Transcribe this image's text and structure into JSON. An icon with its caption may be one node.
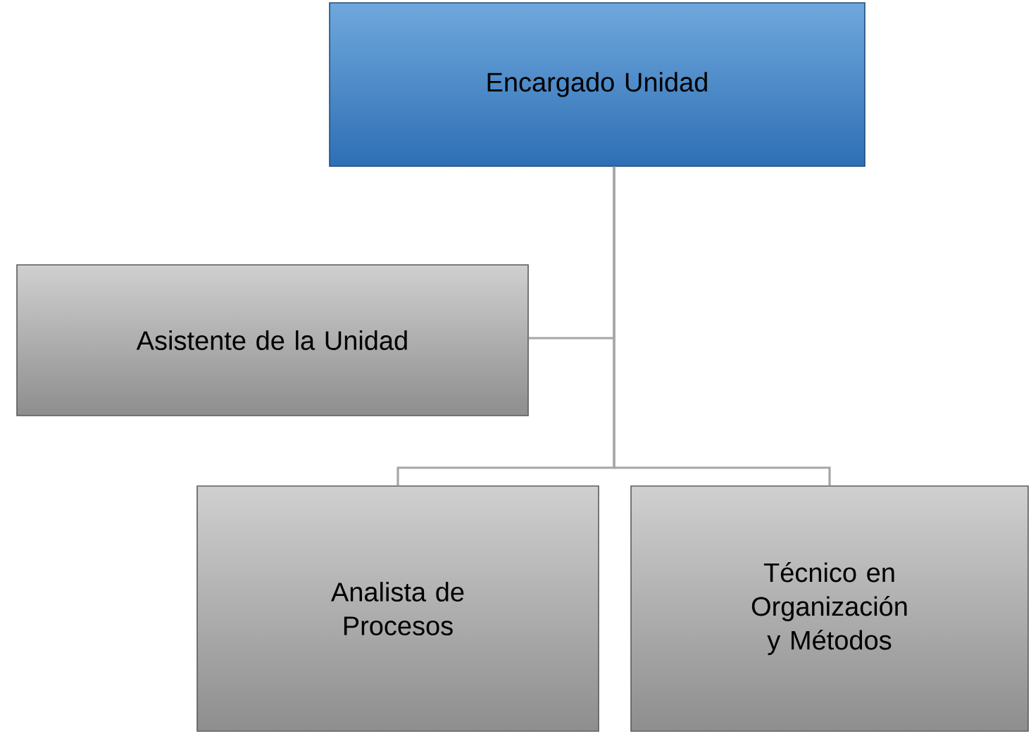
{
  "diagram": {
    "nodes": [
      {
        "text": [
          "Encargado Unidad"
        ]
      },
      {
        "text": [
          "Asistente de la Unidad"
        ]
      },
      {
        "text": [
          "Analista de Procesos"
        ]
      },
      {
        "text": [
          "Técnico en Organización y Métodos"
        ]
      }
    ],
    "edges": [
      {
        "from": 0,
        "to": 1,
        "arrow": "none"
      },
      {
        "from": 0,
        "to": 2,
        "arrow": "none"
      },
      {
        "from": 0,
        "to": 3,
        "arrow": "none"
      }
    ]
  }
}
